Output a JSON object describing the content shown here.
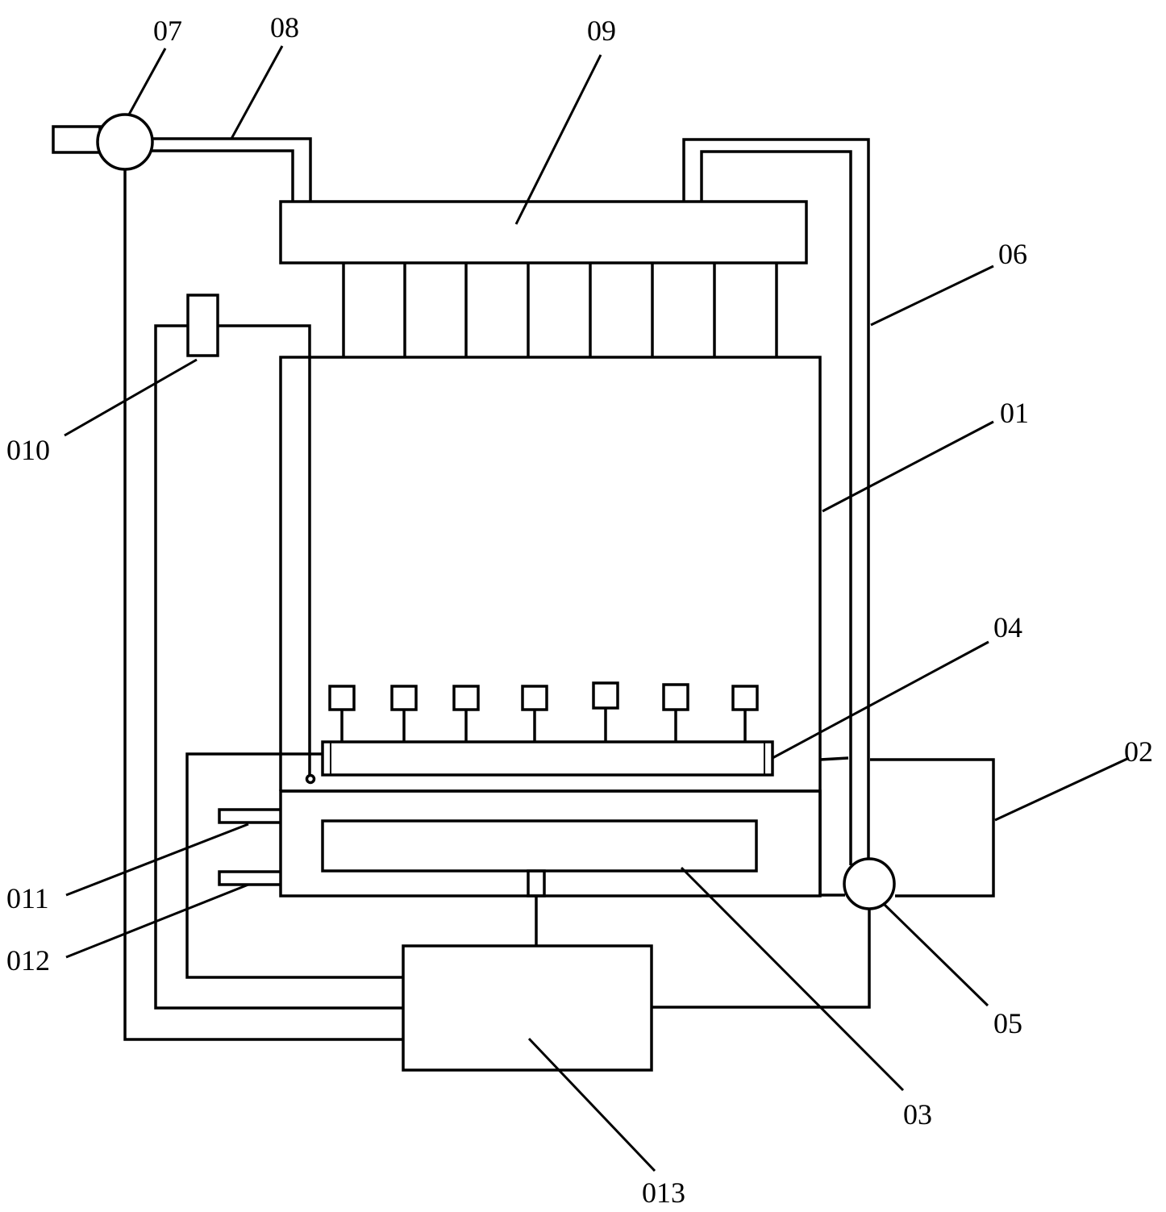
{
  "labels": {
    "l01": "01",
    "l02": "02",
    "l03": "03",
    "l04": "04",
    "l05": "05",
    "l06": "06",
    "l07": "07",
    "l08": "08",
    "l09": "09",
    "l010": "010",
    "l011": "011",
    "l012": "012",
    "l013": "013"
  },
  "colors": {
    "line": "#000000",
    "background": "#ffffff"
  }
}
